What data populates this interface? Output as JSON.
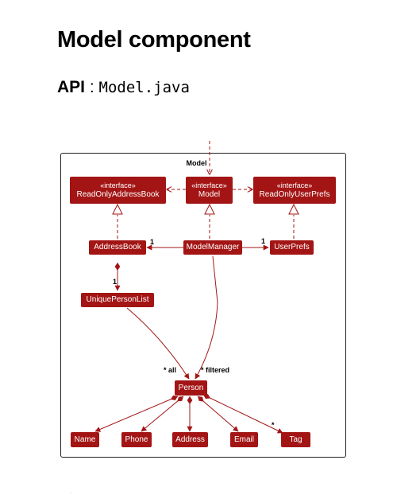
{
  "page": {
    "title": "Model component",
    "api_label": "API",
    "api_separator": " : ",
    "api_file": "Model.java"
  },
  "diagram": {
    "title": "Model",
    "nodes": {
      "read_only_address_book": {
        "stereotype": "«interface»",
        "name": "ReadOnlyAddressBook"
      },
      "model": {
        "stereotype": "«interface»",
        "name": "Model"
      },
      "read_only_user_prefs": {
        "stereotype": "«interface»",
        "name": "ReadOnlyUserPrefs"
      },
      "address_book": {
        "name": "AddressBook"
      },
      "model_manager": {
        "name": "ModelManager"
      },
      "user_prefs": {
        "name": "UserPrefs"
      },
      "unique_person_list": {
        "name": "UniquePersonList"
      },
      "person": {
        "name": "Person"
      },
      "name": {
        "name": "Name"
      },
      "phone": {
        "name": "Phone"
      },
      "address": {
        "name": "Address"
      },
      "email": {
        "name": "Email"
      },
      "tag": {
        "name": "Tag"
      }
    },
    "multiplicities": {
      "model_manager_to_address_book": "1",
      "model_manager_to_user_prefs": "1",
      "address_book_to_unique_person_list": "1",
      "all": "* all",
      "filtered": "* filtered",
      "tag": "*"
    },
    "colors": {
      "node": "#a31515",
      "line": "#a31515"
    }
  },
  "footer_mark": "."
}
